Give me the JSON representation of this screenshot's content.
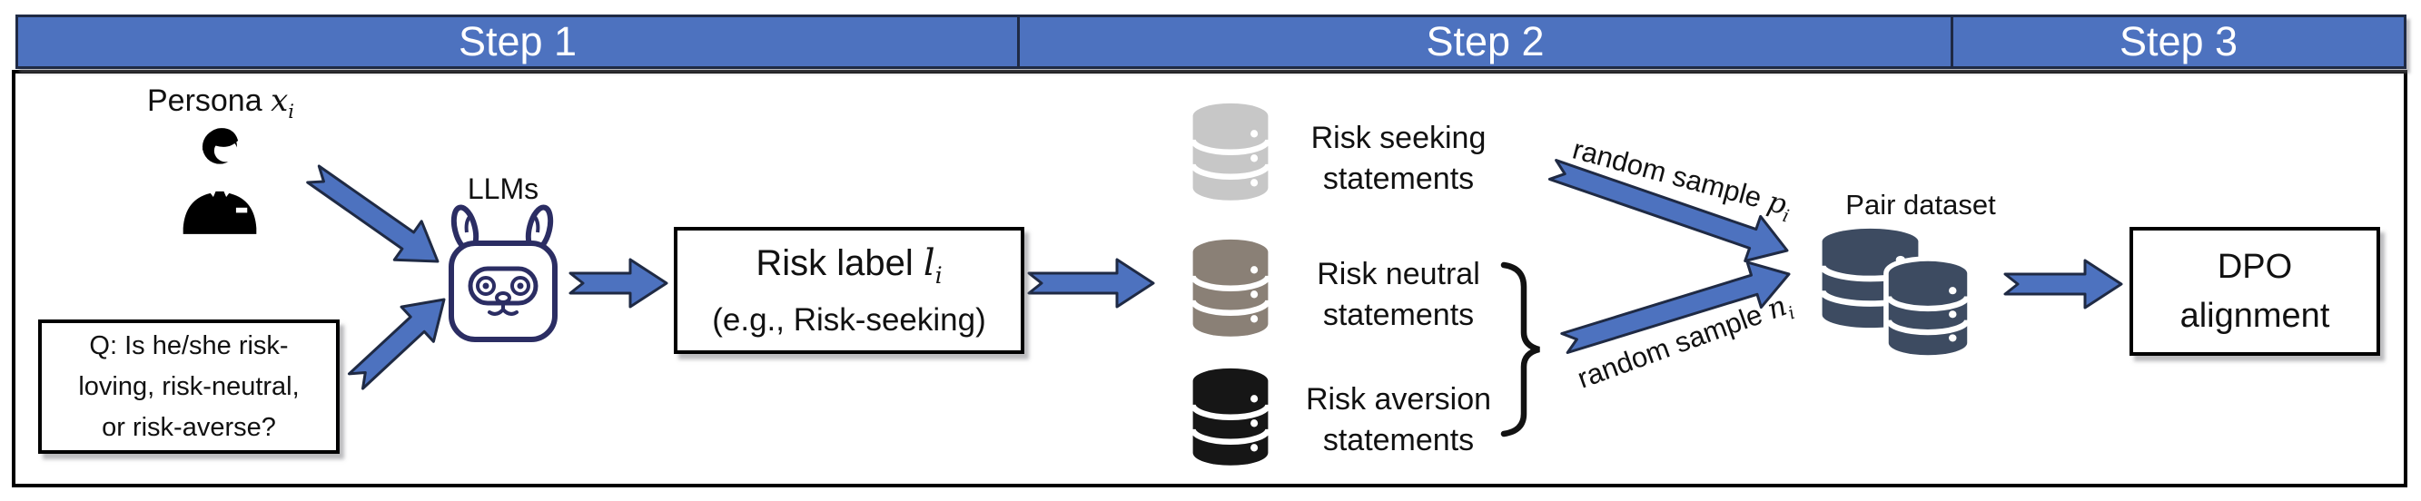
{
  "colors": {
    "accent_blue": "#4D72BF",
    "outline_navy": "#1F2A44",
    "llama_navy": "#2B2D63",
    "risk_seeking_db": "#C7C7C7",
    "risk_neutral_db": "#8A8076",
    "risk_aversion_db": "#161616",
    "pair_db": "#3D4B61"
  },
  "header": {
    "steps": [
      {
        "label": "Step 1"
      },
      {
        "label": "Step 2"
      },
      {
        "label": "Step 3"
      }
    ]
  },
  "step1": {
    "persona_label": {
      "text": "Persona ",
      "math": "x",
      "sub": "i"
    },
    "question_box": {
      "line1": "Q: Is he/she risk-",
      "line2": "loving, risk-neutral,",
      "line3": "or risk-averse?"
    },
    "llms_label": "LLMs",
    "risk_label_box": {
      "prefix": "Risk label ",
      "math": "l",
      "sub": "i",
      "example": "(e.g., Risk-seeking)"
    }
  },
  "step2": {
    "databases": [
      {
        "line1": "Risk seeking",
        "line2": "statements",
        "color": "#C7C7C7"
      },
      {
        "line1": "Risk neutral",
        "line2": "statements",
        "color": "#8A8076"
      },
      {
        "line1": "Risk aversion",
        "line2": "statements",
        "color": "#161616"
      }
    ],
    "random_sample_p": {
      "text": "random sample ",
      "math": "p",
      "sub": "i"
    },
    "random_sample_n": {
      "text": "random sample ",
      "math": "n",
      "sub": "i"
    },
    "pair_dataset_label": "Pair dataset"
  },
  "step3": {
    "dpo_box": {
      "line1": "DPO",
      "line2": "alignment"
    }
  }
}
